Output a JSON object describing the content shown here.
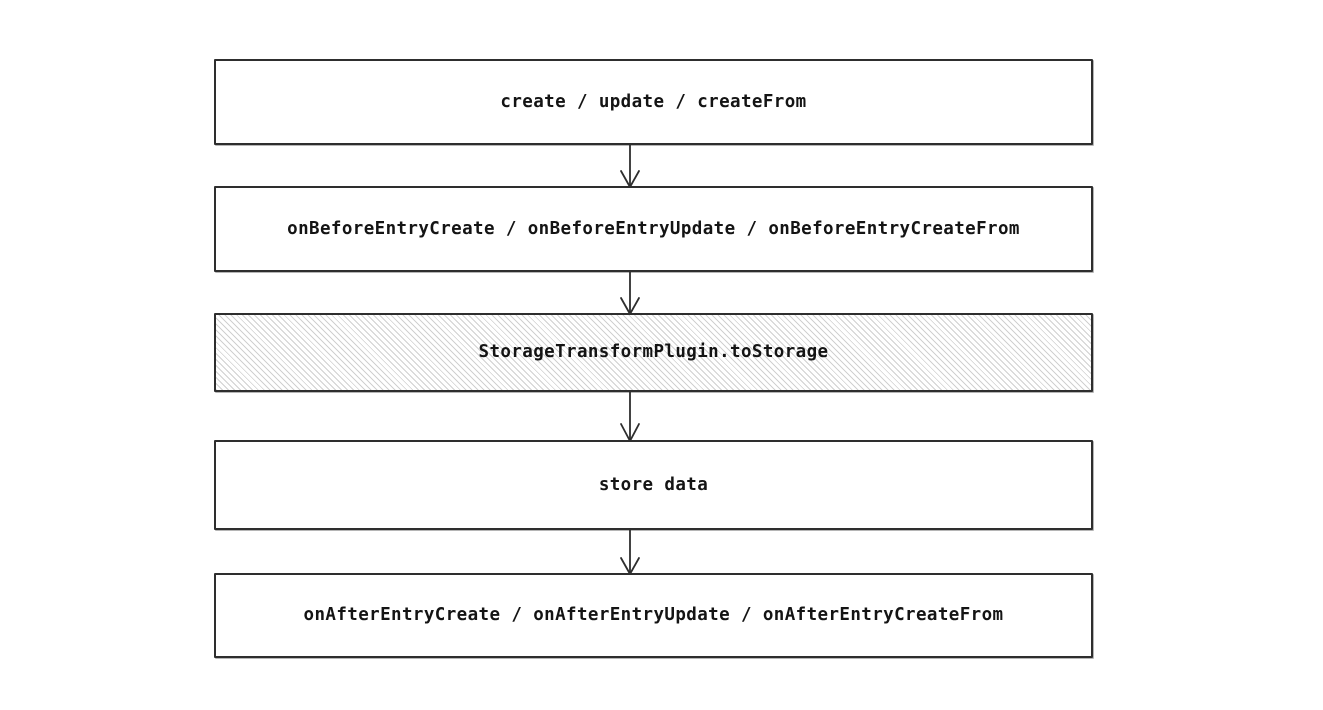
{
  "diagram": {
    "type": "flowchart",
    "orientation": "top-to-bottom",
    "background_color": "#ffffff",
    "border_color": "#2e2e2e",
    "text_color": "#141414",
    "hatch_color": "#aaaaaa",
    "nodes": [
      {
        "id": "node-create-update-createfrom",
        "label": "create / update / createFrom",
        "fill": "plain"
      },
      {
        "id": "node-on-before-entry-hooks",
        "label": "onBeforeEntryCreate / onBeforeEntryUpdate / onBeforeEntryCreateFrom",
        "fill": "plain"
      },
      {
        "id": "node-storage-transform-plugin-tostorage",
        "label": "StorageTransformPlugin.toStorage",
        "fill": "hatched"
      },
      {
        "id": "node-store-data",
        "label": "store data",
        "fill": "plain"
      },
      {
        "id": "node-on-after-entry-hooks",
        "label": "onAfterEntryCreate / onAfterEntryUpdate / onAfterEntryCreateFrom",
        "fill": "plain"
      }
    ],
    "edges": [
      {
        "id": "edge-0",
        "from": "node-create-update-createfrom",
        "to": "node-on-before-entry-hooks",
        "arrowhead": "open-v",
        "label": ""
      },
      {
        "id": "edge-1",
        "from": "node-on-before-entry-hooks",
        "to": "node-storage-transform-plugin-tostorage",
        "arrowhead": "open-v",
        "label": ""
      },
      {
        "id": "edge-2",
        "from": "node-storage-transform-plugin-tostorage",
        "to": "node-store-data",
        "arrowhead": "open-v",
        "label": ""
      },
      {
        "id": "edge-3",
        "from": "node-store-data",
        "to": "node-on-after-entry-hooks",
        "arrowhead": "open-v",
        "label": ""
      }
    ]
  }
}
